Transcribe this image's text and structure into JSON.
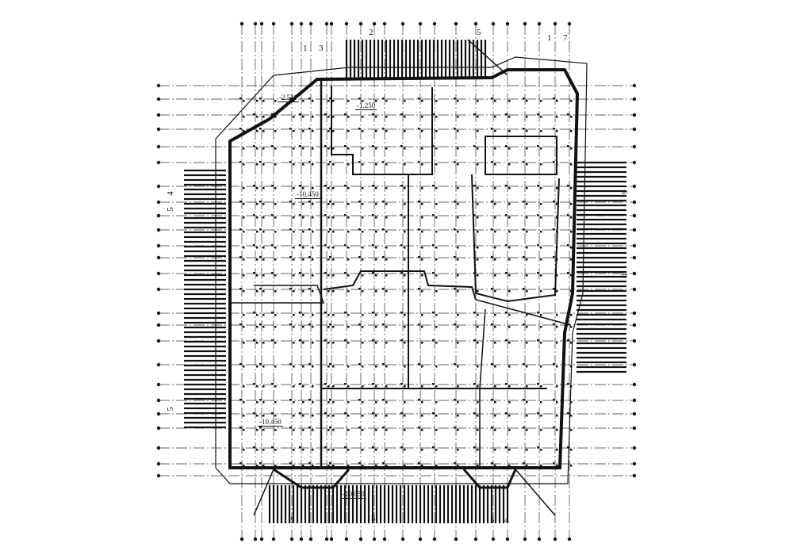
{
  "drawing": {
    "ink_color": "#111111",
    "grid_color": "#333333",
    "background": "#ffffff",
    "section_marks": [
      {
        "id": "top-1",
        "text": "1"
      },
      {
        "id": "top-3",
        "text": "3"
      },
      {
        "id": "top-2",
        "text": "2"
      },
      {
        "id": "top-5",
        "text": "5"
      },
      {
        "id": "top-7",
        "text": "7"
      },
      {
        "id": "top-1b",
        "text": "1"
      },
      {
        "id": "left-4",
        "text": "4"
      },
      {
        "id": "left-5",
        "text": "5"
      },
      {
        "id": "left-5b",
        "text": "5"
      },
      {
        "id": "right-6",
        "text": "6"
      },
      {
        "id": "right-0",
        "text": "0"
      },
      {
        "id": "bottom-1",
        "text": "1"
      },
      {
        "id": "bottom-5",
        "text": "5"
      },
      {
        "id": "bottom-5b",
        "text": "5"
      },
      {
        "id": "bottom-5c",
        "text": "5"
      },
      {
        "id": "bottom-4",
        "text": "4"
      }
    ],
    "elevations": [
      {
        "id": "elev-nw",
        "text": "-2.511"
      },
      {
        "id": "elev-top",
        "text": "-1.250"
      },
      {
        "id": "elev-mid",
        "text": "-10.450"
      },
      {
        "id": "elev-sw",
        "text": "-10.450"
      },
      {
        "id": "elev-bottom",
        "text": "-10.050"
      }
    ]
  }
}
